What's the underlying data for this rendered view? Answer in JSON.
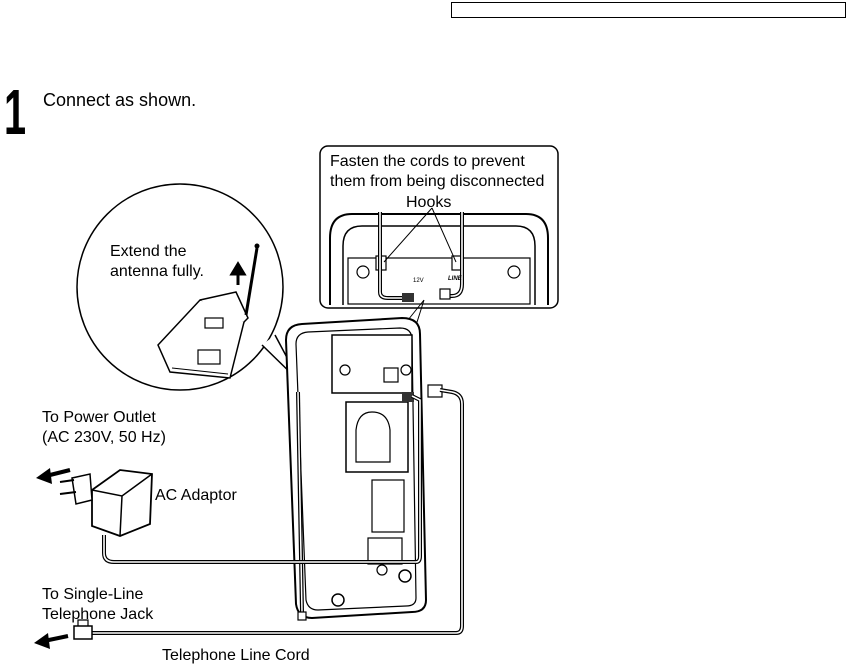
{
  "step": {
    "number": "1",
    "instruction": "Connect as shown."
  },
  "callouts": {
    "fasten_line1": "Fasten the cords to prevent",
    "fasten_line2": "them from being disconnected",
    "hooks": "Hooks",
    "antenna_line1": "Extend the",
    "antenna_line2": "antenna fully.",
    "power_line1": "To Power Outlet",
    "power_line2": "(AC 230V, 50 Hz)",
    "ac_adaptor": "AC Adaptor",
    "jack_line1": "To Single-Line",
    "jack_line2": "Telephone Jack",
    "line_cord": "Telephone Line Cord"
  },
  "panel_markings": {
    "dc_in": "12V",
    "line": "LINE"
  }
}
